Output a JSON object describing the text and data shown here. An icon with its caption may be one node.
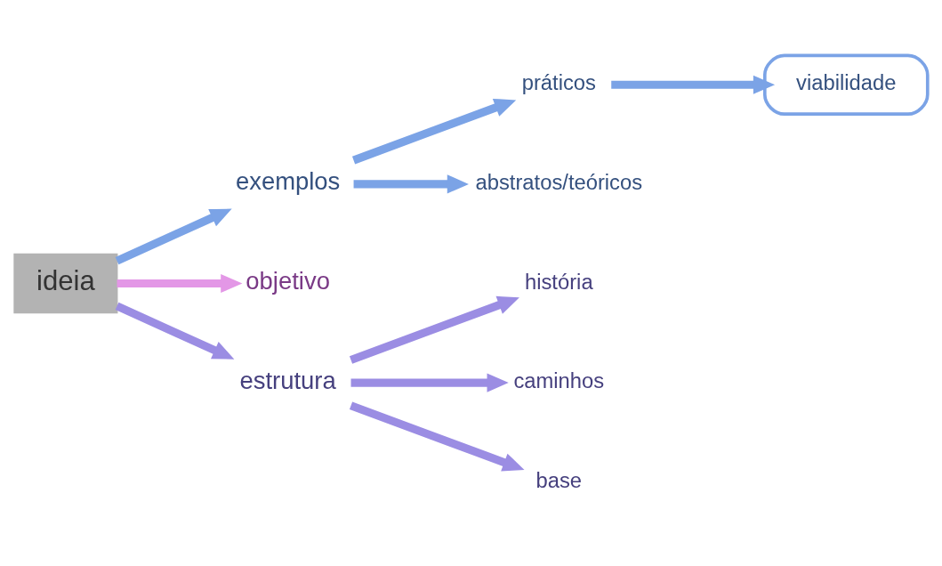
{
  "diagram": {
    "nodes": [
      {
        "text": [
          "ideia"
        ]
      },
      {
        "text": [
          "exemplos"
        ]
      },
      {
        "text": [
          "práticos"
        ]
      },
      {
        "text": [
          "viabilidade"
        ]
      },
      {
        "text": [
          "abstratos/teóricos"
        ]
      },
      {
        "text": [
          "objetivo"
        ]
      },
      {
        "text": [
          "estrutura"
        ]
      },
      {
        "text": [
          "história"
        ]
      },
      {
        "text": [
          "caminhos"
        ]
      },
      {
        "text": [
          "base"
        ]
      }
    ],
    "edges": [
      {
        "from": 0,
        "to": 1,
        "arrow": "to",
        "color": "#7ba3e6"
      },
      {
        "from": 1,
        "to": 2,
        "arrow": "to",
        "color": "#7ba3e6"
      },
      {
        "from": 2,
        "to": 3,
        "arrow": "to",
        "color": "#7ba3e6"
      },
      {
        "from": 1,
        "to": 4,
        "arrow": "to",
        "color": "#7ba3e6"
      },
      {
        "from": 0,
        "to": 5,
        "arrow": "to",
        "color": "#e397e6"
      },
      {
        "from": 0,
        "to": 6,
        "arrow": "to",
        "color": "#9b8de3"
      },
      {
        "from": 6,
        "to": 7,
        "arrow": "to",
        "color": "#9b8de3"
      },
      {
        "from": 6,
        "to": 8,
        "arrow": "to",
        "color": "#9b8de3"
      },
      {
        "from": 6,
        "to": 9,
        "arrow": "to",
        "color": "#9b8de3"
      }
    ]
  }
}
